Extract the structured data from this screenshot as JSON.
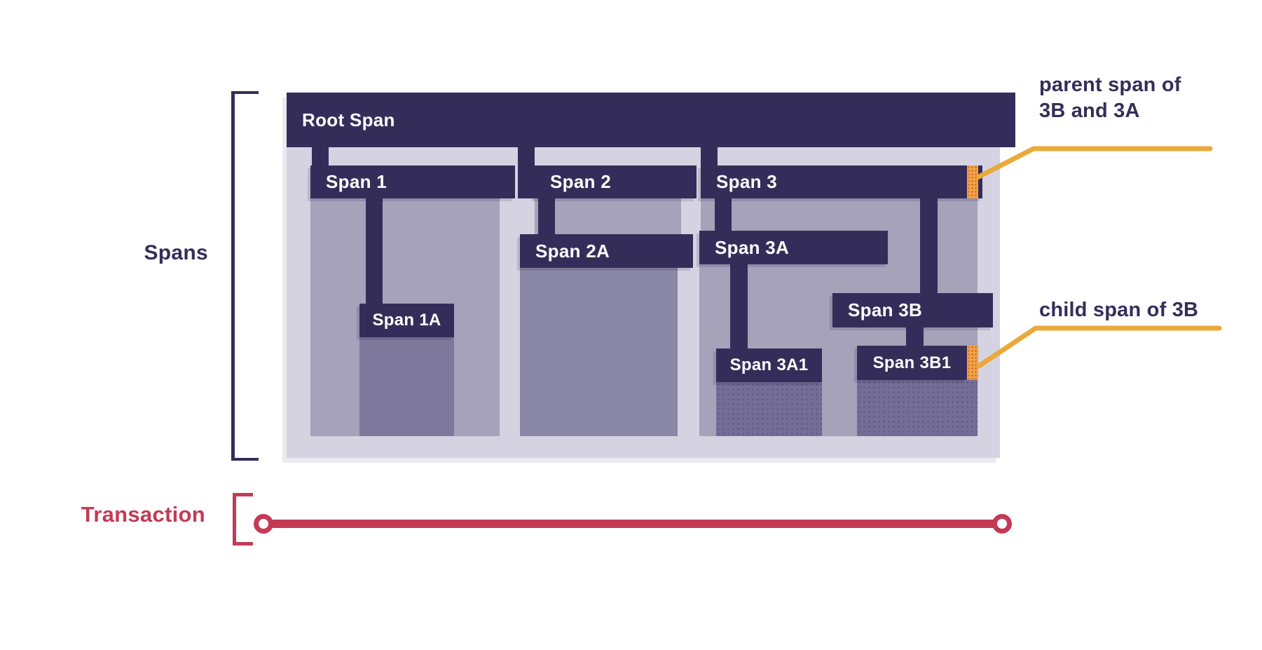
{
  "labels": {
    "spans": "Spans",
    "transaction": "Transaction"
  },
  "trace": {
    "root": "Root Span",
    "span1": "Span 1",
    "span1a": "Span 1A",
    "span2": "Span 2",
    "span2a": "Span 2A",
    "span3": "Span 3",
    "span3a": "Span 3A",
    "span3a1": "Span 3A1",
    "span3b": "Span 3B",
    "span3b1": "Span 3B1"
  },
  "annotations": {
    "parent": "parent span of\n3B and 3A",
    "child": "child span of 3B"
  },
  "colors": {
    "dark": "#352D59",
    "lavender": "#D5D3E1",
    "body-medium": "#A5A2BA",
    "body-1a": "#7E789C",
    "body-2a": "#8B87A6",
    "body-deep": "#746E97",
    "orange": "#F0A53D",
    "yellow": "#E9A93B",
    "crimson": "#C43A55"
  }
}
